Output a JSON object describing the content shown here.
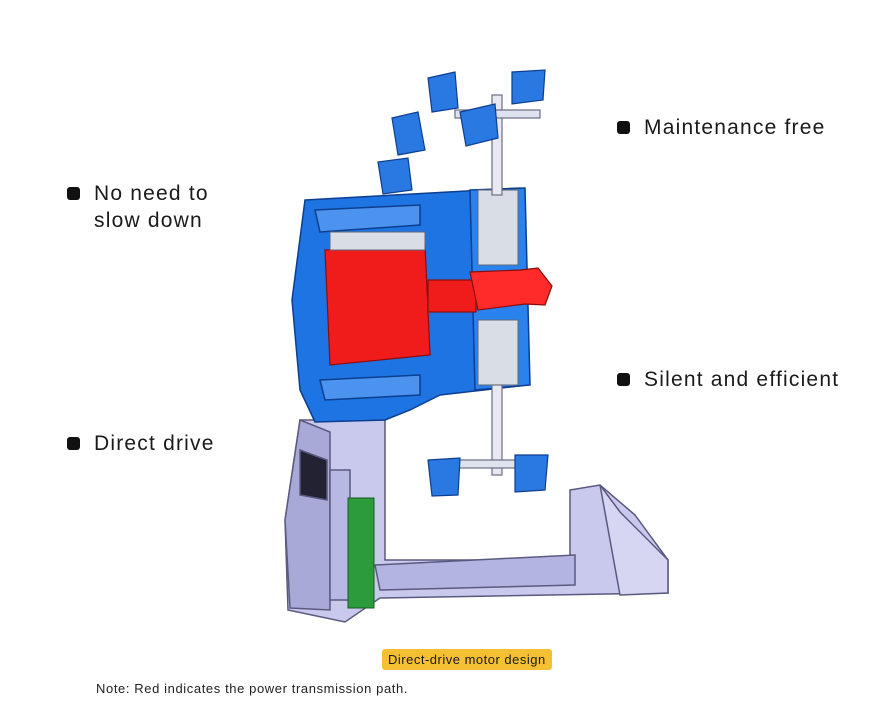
{
  "features": {
    "left_top": "No need to\nslow down",
    "left_bottom": "Direct drive",
    "right_top": "Maintenance free",
    "right_bottom": "Silent and efficient"
  },
  "caption": "Direct-drive motor design",
  "note": "Note: Red indicates the power transmission path.",
  "colors": {
    "housing_blue": "#1f74e3",
    "motor_red": "#f01c1c",
    "frame_lavender": "#c9c9ee",
    "pcb_green": "#2c9b3c",
    "caption_bg": "#f5c033"
  }
}
